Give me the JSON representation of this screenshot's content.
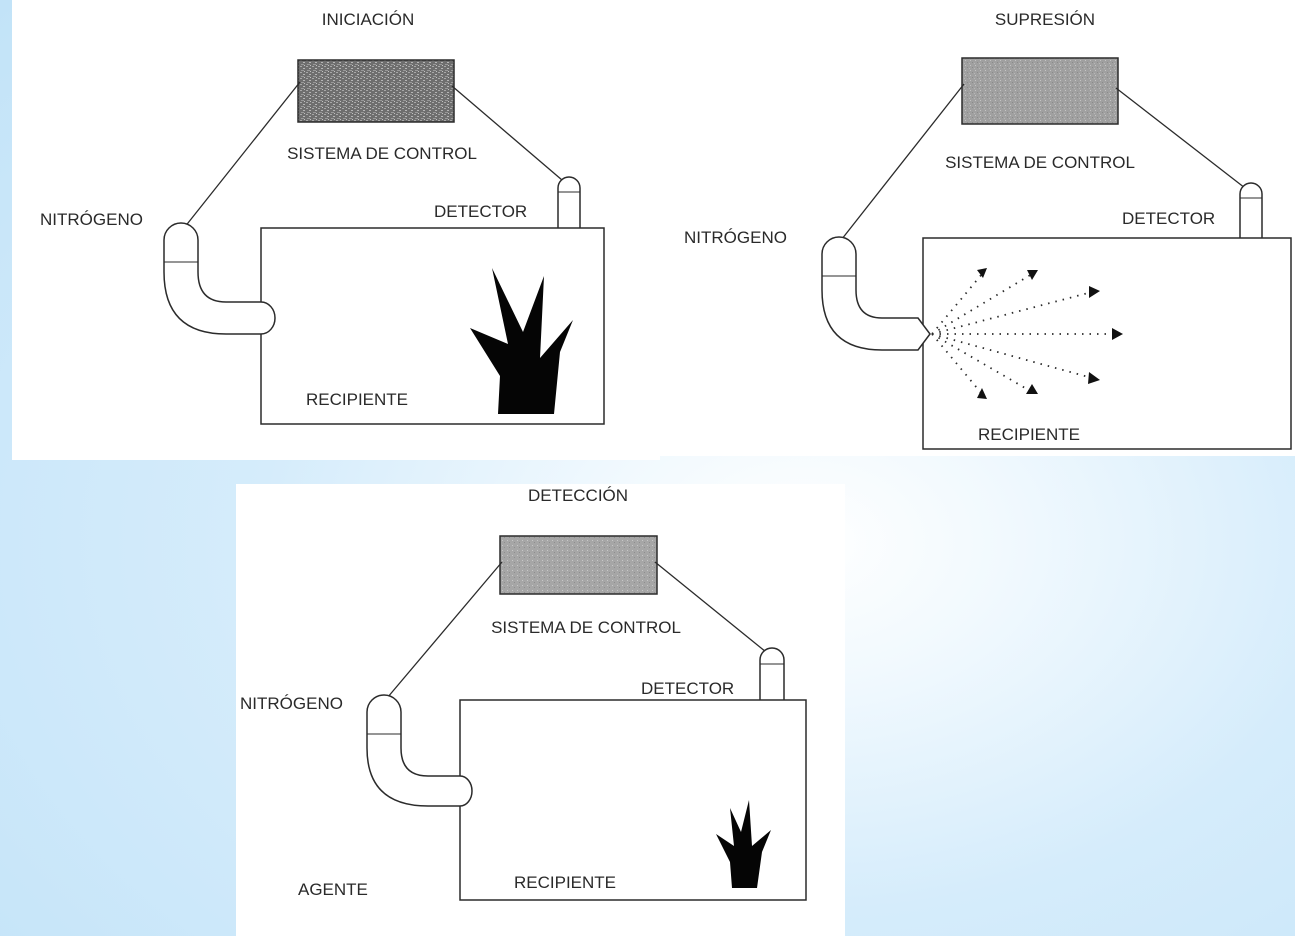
{
  "panels": {
    "iniciacion": {
      "title": "INICIACIÓN",
      "control": "SISTEMA DE CONTROL",
      "nitrogen": "NITRÓGENO",
      "detector": "DETECTOR",
      "container": "RECIPIENTE"
    },
    "supresion": {
      "title": "SUPRESIÓN",
      "control": "SISTEMA DE CONTROL",
      "nitrogen": "NITRÓGENO",
      "detector": "DETECTOR",
      "container": "RECIPIENTE"
    },
    "deteccion": {
      "title": "DETECCIÓN",
      "control": "SISTEMA DE CONTROL",
      "nitrogen": "NITRÓGENO",
      "detector": "DETECTOR",
      "container": "RECIPIENTE",
      "agent": "AGENTE"
    }
  },
  "colors": {
    "background": "#c9e6f9",
    "panel": "#ffffff",
    "line": "#2b2b2b",
    "control_box": "#8f8f8f",
    "flame": "#050505"
  }
}
